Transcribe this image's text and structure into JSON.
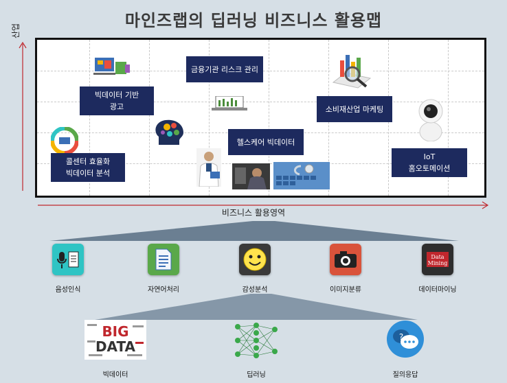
{
  "title": "마인즈랩의 딥러닝 비즈니스 활용맵",
  "axes": {
    "y_label": "산업",
    "x_label": "비즈니스 활용영역"
  },
  "map_items": [
    {
      "id": "bigdata-ad",
      "label_line1": "빅데이터 기반",
      "label_line2": "광고"
    },
    {
      "id": "finance-risk",
      "label_line1": "금융기관 리스크 관리",
      "label_line2": ""
    },
    {
      "id": "consumer-marketing",
      "label_line1": "소비재산업 마케팅",
      "label_line2": ""
    },
    {
      "id": "healthcare",
      "label_line1": "헬스케어 빅데이터",
      "label_line2": ""
    },
    {
      "id": "callcenter",
      "label_line1": "콜센터 효율화",
      "label_line2": "빅데이터 분석"
    },
    {
      "id": "iot",
      "label_line1": "IoT",
      "label_line2": "홈오토메이션"
    }
  ],
  "level1": [
    {
      "label": "음성인식",
      "icon": "microphone-document-icon",
      "color": "#2fc4c4"
    },
    {
      "label": "자연어처리",
      "icon": "document-icon",
      "color": "#5aa84a"
    },
    {
      "label": "감성분석",
      "icon": "smiley-icon",
      "color": "#3a3a3a"
    },
    {
      "label": "이미지분류",
      "icon": "camera-icon",
      "color": "#d9533b"
    },
    {
      "label": "데이터마이닝",
      "icon": "data-mining-icon",
      "color": "#2e2e2e"
    }
  ],
  "level2": [
    {
      "label": "빅데이터",
      "icon": "big-data-wordcloud-icon"
    },
    {
      "label": "딥러닝",
      "icon": "neural-network-icon"
    },
    {
      "label": "질의응답",
      "icon": "chat-bubble-icon"
    }
  ],
  "image_text": {
    "big": "BIG",
    "data": "DATA",
    "data_mining_1": "Data",
    "data_mining_2": "Mining"
  },
  "colors": {
    "navy": "#1d2a5e",
    "axis_red": "#c0272d",
    "background": "#d6dfe6",
    "funnel": "#6b7f92"
  }
}
